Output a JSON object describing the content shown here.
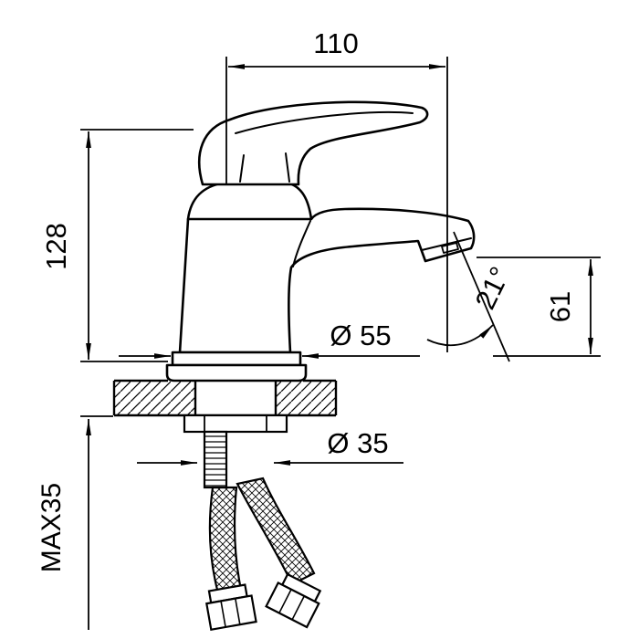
{
  "drawing": {
    "type": "technical-dimension-drawing",
    "subject": "single-lever basin faucet, side view with mounting cross-section",
    "units": "mm"
  },
  "labels": {
    "top_width": "110",
    "overall_height": "128",
    "spout_height": "61",
    "spout_angle": "21°",
    "base_diameter": "Ø 55",
    "hole_diameter": "Ø 35",
    "max_panel_thickness": "MAX35"
  },
  "colors": {
    "line": "#000000",
    "background": "#ffffff"
  }
}
